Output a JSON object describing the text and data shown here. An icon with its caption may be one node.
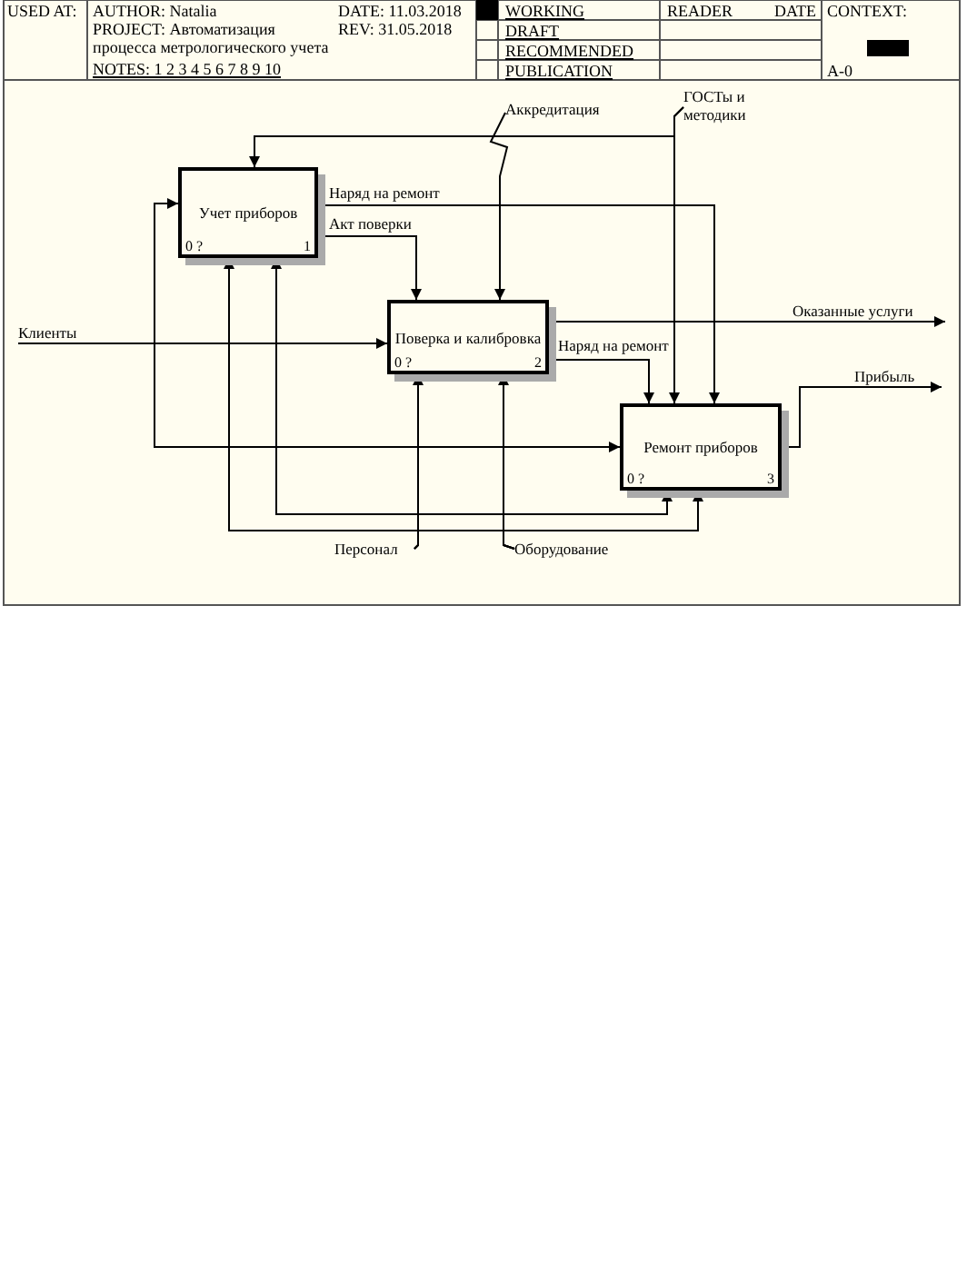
{
  "diagram": {
    "nodes": [
      {
        "text": [
          "Учет приборов",
          "0 ?",
          "1"
        ]
      },
      {
        "text": [
          "Поверка и калибровка",
          "0 ?",
          "2"
        ]
      },
      {
        "text": [
          "Ремонт приборов",
          "0 ?",
          "3"
        ]
      },
      {
        "text": [
          "Клиенты"
        ]
      },
      {
        "text": [
          "Аккредитация"
        ]
      },
      {
        "text": [
          "ГОСТы и методики"
        ]
      },
      {
        "text": [
          "Оказанные услуги"
        ]
      },
      {
        "text": [
          "Прибыль"
        ]
      },
      {
        "text": [
          "Персонал"
        ]
      },
      {
        "text": [
          "Оборудование"
        ]
      }
    ],
    "edges": [
      {
        "from": 3,
        "to": 0,
        "arrow": "to"
      },
      {
        "from": 3,
        "to": 1,
        "arrow": "to"
      },
      {
        "from": 3,
        "to": 2,
        "arrow": "to"
      },
      {
        "from": 4,
        "to": 1,
        "arrow": "to"
      },
      {
        "from": 5,
        "to": 0,
        "arrow": "to"
      },
      {
        "from": 5,
        "to": 2,
        "arrow": "to"
      },
      {
        "from": 0,
        "to": 2,
        "arrow": "to",
        "label": "Наряд на ремонт"
      },
      {
        "from": 0,
        "to": 1,
        "arrow": "to",
        "label": "Акт поверки"
      },
      {
        "from": 1,
        "to": 6,
        "arrow": "to"
      },
      {
        "from": 1,
        "to": 2,
        "arrow": "to",
        "label": "Наряд на ремонт"
      },
      {
        "from": 2,
        "to": 7,
        "arrow": "to"
      },
      {
        "from": 8,
        "to": 0,
        "arrow": "to"
      },
      {
        "from": 8,
        "to": 1,
        "arrow": "to"
      },
      {
        "from": 8,
        "to": 2,
        "arrow": "to"
      },
      {
        "from": 9,
        "to": 0,
        "arrow": "to"
      },
      {
        "from": 9,
        "to": 1,
        "arrow": "to"
      },
      {
        "from": 9,
        "to": 2,
        "arrow": "to"
      }
    ],
    "labels": [
      "USED AT:",
      "AUTHOR: Natalia",
      "DATE: 11.03.2018",
      "WORKING",
      "READER",
      "DATE",
      "CONTEXT:",
      "PROJECT: Автоматизация процесса метрологического учета",
      "REV: 31.05.2018",
      "DRAFT",
      "RECOMMENDED",
      "NOTES: 1 2 3 4 5 6 7 8 9 10",
      "PUBLICATION",
      "A-0"
    ]
  }
}
